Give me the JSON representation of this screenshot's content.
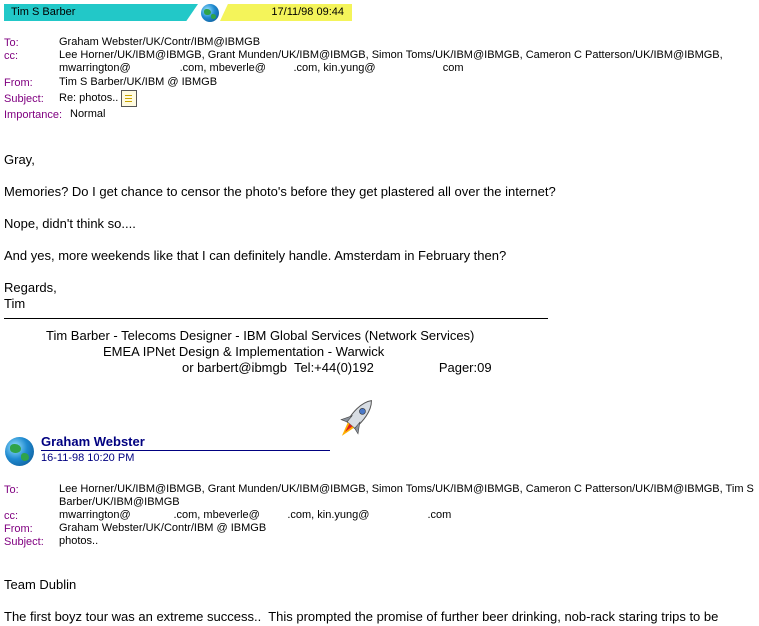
{
  "banner": {
    "sender": "Tim S Barber",
    "datetime": "17/11/98 09:44"
  },
  "reply_header": {
    "to_label": "To:",
    "to_value": "Graham Webster/UK/Contr/IBM@IBMGB",
    "cc_label": "cc:",
    "cc_line1": "Lee Horner/UK/IBM@IBMGB, Grant Munden/UK/IBM@IBMGB, Simon Toms/UK/IBM@IBMGB, Cameron C Patterson/UK/IBM@IBMGB,",
    "cc_line2": "mwarrington@                .com, mbeverle@         .com, kin.yung@                      com",
    "from_label": "From:",
    "from_value": "Tim S Barber/UK/IBM @ IBMGB",
    "subject_label": "Subject:",
    "subject_value": "Re: photos..",
    "importance_label": "Importance:",
    "importance_value": "Normal"
  },
  "reply_body": {
    "greeting": "Gray,",
    "p1": "Memories? Do I get chance to censor the photo's before they get plastered all over the internet?",
    "p2": "Nope, didn't think so....",
    "p3": "And yes, more weekends like that I can definitely handle. Amsterdam in February then?",
    "signoff": "Regards,",
    "signname": "Tim"
  },
  "signature": {
    "line1": "Tim Barber - Telecoms Designer -  IBM Global Services (Network Services)",
    "line2": "EMEA IPNet Design & Implementation - Warwick",
    "line3": "or barbert@ibmgb  Tel:+44(0)192                  Pager:09"
  },
  "original": {
    "sender": "Graham Webster",
    "datetime": "16-11-98 10:20 PM",
    "to_label": "To:",
    "to_line1": "Lee Horner/UK/IBM@IBMGB, Grant Munden/UK/IBM@IBMGB, Simon Toms/UK/IBM@IBMGB, Cameron C Patterson/UK/IBM@IBMGB, Tim S",
    "to_line2": "Barber/UK/IBM@IBMGB",
    "cc_label": "cc:",
    "cc_value": "mwarrington@              .com, mbeverle@         .com, kin.yung@                   .com",
    "from_label": "From:",
    "from_value": "Graham Webster/UK/Contr/IBM @ IBMGB",
    "subject_label": "Subject:",
    "subject_value": "photos..",
    "body_greeting": "Team Dublin",
    "body_p1": "The first boyz tour was an extreme success..  This prompted the promise of further beer drinking, nob-rack staring trips to be"
  },
  "colors": {
    "banner_name_bg": "#22c8c8",
    "banner_date_bg": "#f4f45a",
    "label": "#800080",
    "sender": "#000080"
  },
  "icons": [
    "globe-icon",
    "attachment-doc-icon",
    "rocket-icon"
  ]
}
